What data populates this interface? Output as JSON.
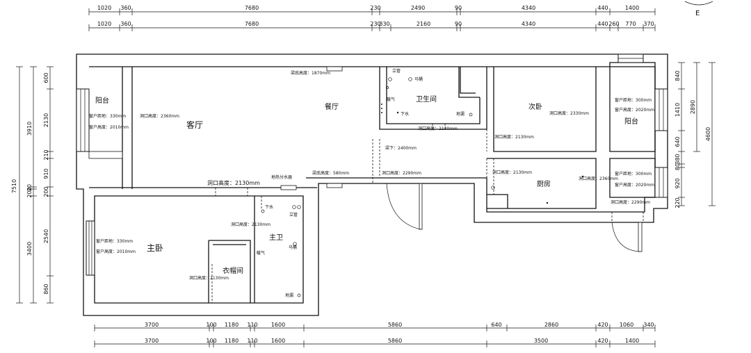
{
  "dims": {
    "top1": [
      "1020",
      "360",
      "7680",
      "230",
      "2490",
      "90",
      "4340",
      "440",
      "1400"
    ],
    "top2": [
      "1020",
      "360",
      "7680",
      "230",
      "330",
      "2160",
      "90",
      "4340",
      "440",
      "260",
      "770",
      "370"
    ],
    "bottom1": [
      "3700",
      "100",
      "1180",
      "110",
      "1600",
      "5860",
      "640",
      "2860",
      "420",
      "1060",
      "340"
    ],
    "bottom2": [
      "3700",
      "100",
      "1180",
      "110",
      "1600",
      "5860",
      "3500",
      "420",
      "1400"
    ],
    "left_outer": "7510",
    "left_mid": [
      "3910",
      "20",
      "200",
      "3400"
    ],
    "left_inner": [
      "600",
      "2130",
      "210",
      "910",
      "200",
      "2540",
      "860"
    ],
    "right_inner": [
      "840",
      "1410",
      "640",
      "380",
      "80",
      "920",
      "220"
    ],
    "right_mid": "2890",
    "right_outer": "4600"
  },
  "rooms": {
    "balcony_w": "阳台",
    "living": "客厅",
    "dining": "餐厅",
    "bathroom": "卫生间",
    "bedroom2": "次卧",
    "balcony_e": "阳台",
    "kitchen": "厨房",
    "master": "主卧",
    "master_bath": "主卫",
    "closet": "衣帽间"
  },
  "notes": {
    "bw_sill": "窗户距地：330mm",
    "bw_height": "窗户高度：2010mm",
    "living_door": "洞口高度：2360mm",
    "beam_top": "梁底高度：1870mm",
    "beam_mid": "梁底高度：580mm",
    "big_opening": "洞口高度：2130mm",
    "floor_heat": "地热分水器",
    "beam_down": "梁下：2400mm",
    "dining_door": "洞口高度：2290mm",
    "bath_door": "洞口高度：2130mm",
    "standpipe": "立管",
    "toilet": "马桶",
    "heater": "暖气",
    "drain": "下水",
    "floor_drain": "地漏",
    "b2_door": "洞口高度：2130mm",
    "b2_main": "洞口高度：2330mm",
    "be_sill": "窗户距地：300mm",
    "be_height": "窗户高度：2020mm",
    "kit_door": "洞口高度：2130mm",
    "kit_main": "洞口高度：2360mm",
    "ke_sill": "窗户距地：300mm",
    "ke_height": "窗户高度：2020mm",
    "ke_door": "洞口高度：2290mm",
    "mb_sill": "窗户距地：330mm",
    "mb_height": "窗户高度：2010mm",
    "mbath_door": "洞口高度：2130mm",
    "closet_door": "洞口高度：2130mm",
    "mbath_drain": "下水",
    "mbath_pipe": "立管",
    "mbath_toilet": "马桶",
    "mbath_heater": "暖气",
    "mbath_floor_drain": "地漏"
  },
  "compass_char": "E"
}
